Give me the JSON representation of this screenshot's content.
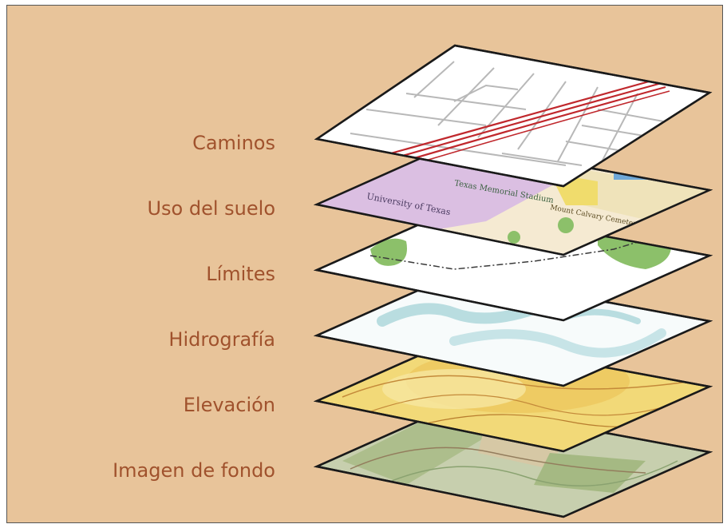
{
  "layers": [
    {
      "id": "caminos",
      "label": "Caminos"
    },
    {
      "id": "uso",
      "label": "Uso del suelo"
    },
    {
      "id": "limites",
      "label": "Límites"
    },
    {
      "id": "hidro",
      "label": "Hidrografía"
    },
    {
      "id": "elev",
      "label": "Elevación"
    },
    {
      "id": "fondo",
      "label": "Imagen de fondo"
    }
  ],
  "map_text": {
    "university": "University of Texas",
    "texas_memorial": "Texas Memorial Stadium",
    "mount_calvary": "Mount Calvary Cemetery"
  },
  "colors": {
    "background": "#e8c49a",
    "label_color": "#a0522d",
    "road_red": "#c0282d",
    "landuse_purple": "#d8b8e0",
    "park_green": "#8cc06a",
    "water_blue": "#b8dde0",
    "elevation_yellow": "#f0d060",
    "imagery_green": "#b8c898"
  }
}
